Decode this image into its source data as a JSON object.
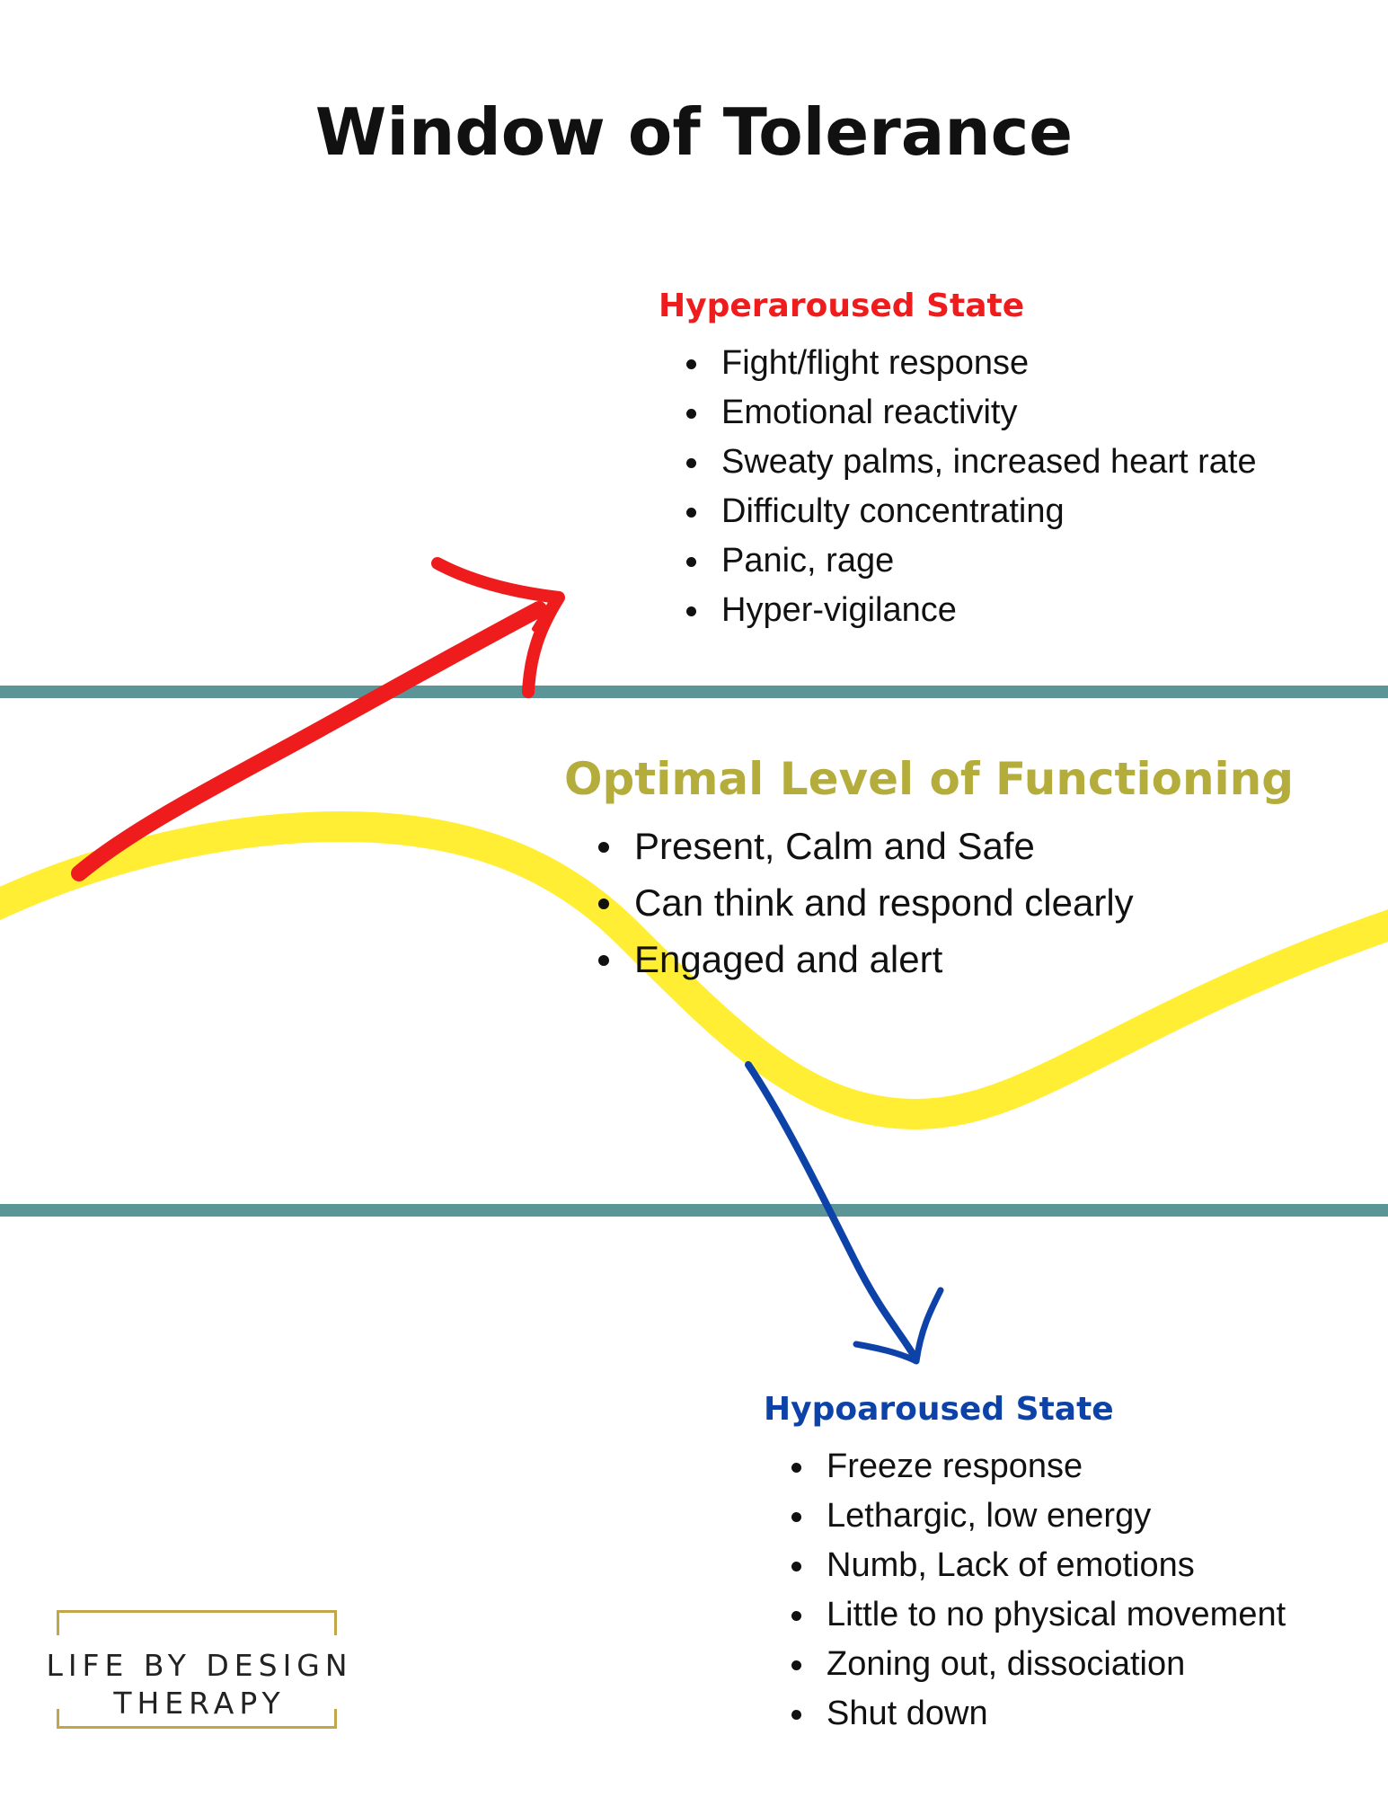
{
  "title": "Window of Tolerance",
  "colors": {
    "band_line": "#5b9597",
    "wave": "#ffee33",
    "hyper_arrow": "#ee1c1c",
    "hypo_arrow": "#0d43a8",
    "hyper_heading": "#ee1c1c",
    "optimal_heading": "#b5ad3b",
    "hypo_heading": "#0d43a8",
    "logo_border": "#c4a64a"
  },
  "hyperaroused": {
    "heading": "Hyperaroused State",
    "items": [
      "Fight/flight response",
      "Emotional reactivity",
      "Sweaty palms, increased heart rate",
      "Difficulty concentrating",
      "Panic, rage",
      "Hyper-vigilance"
    ]
  },
  "optimal": {
    "heading": "Optimal Level of Functioning",
    "items": [
      "Present, Calm and Safe",
      "Can think and respond clearly",
      "Engaged and alert"
    ]
  },
  "hypoaroused": {
    "heading": "Hypoaroused State",
    "items": [
      "Freeze response",
      "Lethargic, low energy",
      "Numb, Lack of emotions",
      "Little to no physical movement",
      "Zoning out, dissociation",
      "Shut down"
    ]
  },
  "logo": {
    "line1": "LIFE BY DESIGN",
    "line2": "THERAPY"
  }
}
